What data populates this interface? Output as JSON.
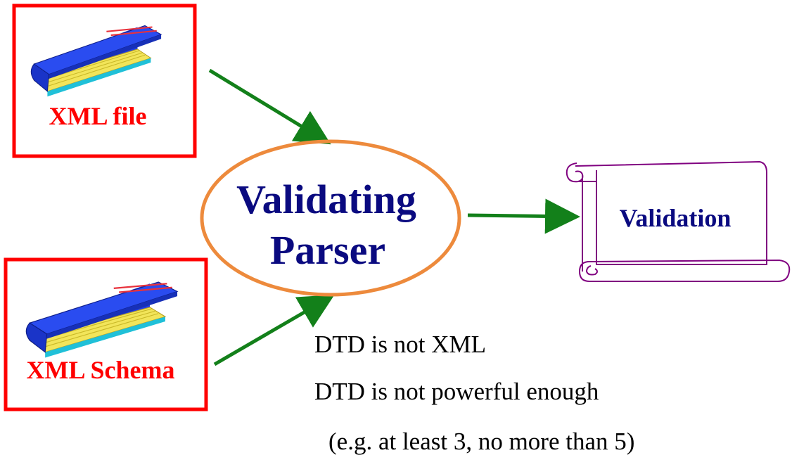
{
  "inputs": {
    "xml_file": {
      "label": "XML file",
      "color": "#ff0000"
    },
    "xml_schema": {
      "label": "XML Schema",
      "color": "#ff0000"
    }
  },
  "parser": {
    "line1": "Validating",
    "line2": "Parser",
    "text_color": "#0a0a80",
    "border_color": "#ed8a3c"
  },
  "output": {
    "label": "Validation",
    "text_color": "#0a0a80",
    "border_color": "#800080"
  },
  "notes": [
    "DTD is not XML",
    "DTD is not powerful enough",
    "(e.g. at least 3, no more than 5)"
  ],
  "arrow_color": "#13801a",
  "book_colors": {
    "cover": "#1f3ee6",
    "pages": "#f2e55a",
    "spine_stripe": "#e8323c",
    "edge": "#20c0d8"
  }
}
